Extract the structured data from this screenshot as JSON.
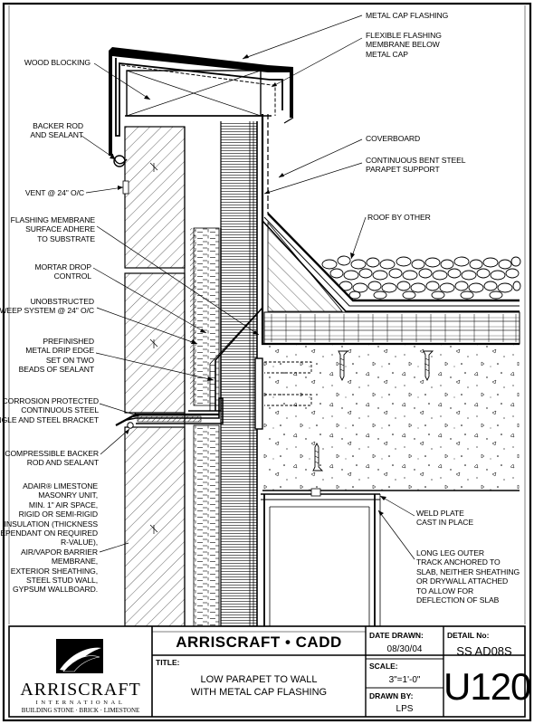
{
  "left_labels": [
    {
      "id": "wood-blocking",
      "lines": [
        "WOOD BLOCKING"
      ]
    },
    {
      "id": "backer-rod-and-sealant",
      "lines": [
        "BACKER ROD",
        "AND SEALANT"
      ]
    },
    {
      "id": "vent",
      "lines": [
        "VENT @ 24\" O/C"
      ]
    },
    {
      "id": "flashing-membrane",
      "lines": [
        "FLASHING MEMBRANE",
        "SURFACE ADHERE",
        "TO SUBSTRATE"
      ]
    },
    {
      "id": "mortar-drop-control",
      "lines": [
        "MORTAR DROP",
        "CONTROL"
      ]
    },
    {
      "id": "weep-system",
      "lines": [
        "UNOBSTRUCTED",
        "WEEP SYSTEM @ 24\" O/C"
      ]
    },
    {
      "id": "drip-edge",
      "lines": [
        "PREFINISHED",
        "METAL DRIP EDGE",
        "SET ON TWO",
        "BEADS OF SEALANT"
      ]
    },
    {
      "id": "steel-angle",
      "lines": [
        "CORROSION PROTECTED",
        "CONTINUOUS STEEL",
        "ANGLE AND STEEL BRACKET"
      ]
    },
    {
      "id": "compressible-backer-rod",
      "lines": [
        "COMPRESSIBLE BACKER",
        "ROD AND SEALANT"
      ]
    },
    {
      "id": "wall-assembly",
      "lines": [
        "ADAIR® LIMESTONE",
        "MASONRY UNIT,",
        "MIN. 1\" AIR SPACE,",
        "RIGID OR SEMI-RIGID",
        "INSULATION (THICKNESS",
        "DEPENDANT ON REQUIRED",
        "R-VALUE),",
        "AIR/VAPOR BARRIER",
        "MEMBRANE,",
        "EXTERIOR SHEATHING,",
        "STEEL STUD WALL,",
        "GYPSUM WALLBOARD."
      ]
    }
  ],
  "right_labels": [
    {
      "id": "metal-cap-flashing",
      "lines": [
        "METAL CAP FLASHING"
      ]
    },
    {
      "id": "flexible-flashing-membrane",
      "lines": [
        "FLEXIBLE FLASHING",
        "MEMBRANE BELOW",
        "METAL CAP"
      ]
    },
    {
      "id": "coverboard",
      "lines": [
        "COVERBOARD"
      ]
    },
    {
      "id": "parapet-support",
      "lines": [
        "CONTINUOUS BENT STEEL",
        "PARAPET SUPPORT"
      ]
    },
    {
      "id": "roof-by-other",
      "lines": [
        "ROOF BY OTHER"
      ]
    },
    {
      "id": "weld-plate",
      "lines": [
        "WELD PLATE",
        "CAST IN PLACE"
      ]
    },
    {
      "id": "long-leg-outer-track",
      "lines": [
        "LONG LEG OUTER",
        "TRACK ANCHORED TO",
        "SLAB, NEITHER SHEATHING",
        "OR DRYWALL ATTACHED",
        "TO ALLOW FOR",
        "DEFLECTION OF SLAB"
      ]
    }
  ],
  "title_block": {
    "logo_name": "ARRISCRAFT",
    "logo_sub": "INTERNATIONAL",
    "logo_tagline": "BUILDING STONE · BRICK · LIMESTONE",
    "company": "ARRISCRAFT • CADD",
    "title_label": "TITLE:",
    "title_lines": [
      "LOW PARAPET TO WALL",
      "WITH METAL CAP FLASHING"
    ],
    "date_label": "DATE DRAWN:",
    "date_value": "08/30/04",
    "scale_label": "SCALE:",
    "scale_value": "3\"=1'-0\"",
    "drawn_label": "DRAWN BY:",
    "drawn_value": "LPS",
    "detail_label": "DETAIL No:",
    "detail_code": "SS AD08S",
    "detail_number": "U120"
  }
}
